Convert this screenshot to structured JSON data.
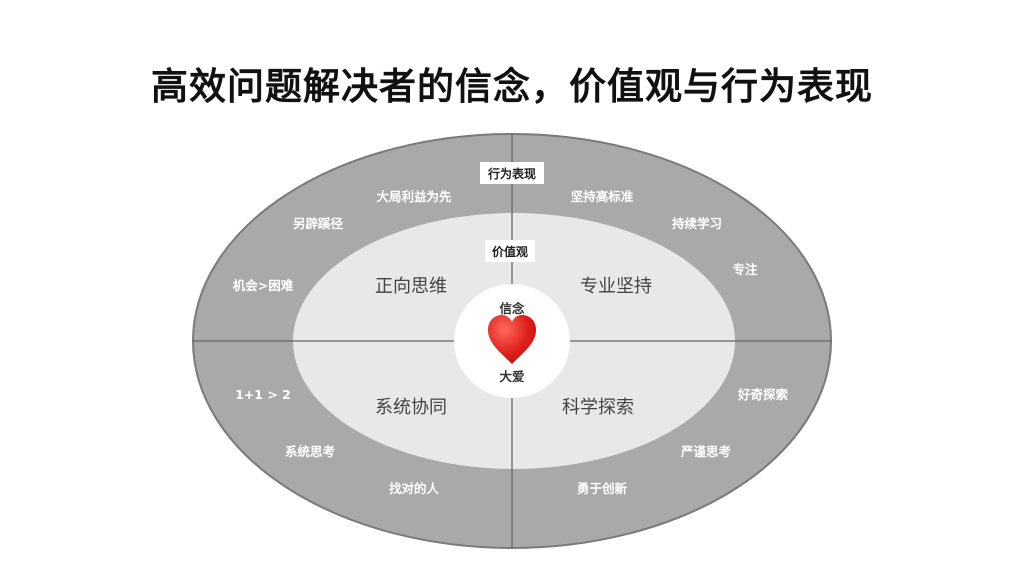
{
  "title": "高效问题解决者的信念，价值观与行为表现",
  "layers": {
    "behavior": "行为表现",
    "values": "价值观",
    "belief_top": "信念",
    "belief_bottom": "大爱"
  },
  "quadrants": {
    "top_left": "正向思维",
    "top_right": "专业坚持",
    "bottom_left": "系统协同",
    "bottom_right": "科学探索"
  },
  "behaviors": {
    "top_left": [
      "大局利益为先",
      "另辟蹊径",
      "机会>困难"
    ],
    "top_right": [
      "坚持高标准",
      "持续学习",
      "专注"
    ],
    "bottom_left": [
      "1+1 > 2",
      "系统思考",
      "找对的人"
    ],
    "bottom_right": [
      "好奇探索",
      "严谨思考",
      "勇于创新"
    ]
  },
  "colors": {
    "outer": "#a9a9a9",
    "outer_border": "#7a7a7a",
    "inner": "#e8e8e8",
    "center": "#ffffff",
    "heart": "#e0201c"
  },
  "icons": {
    "center": "heart-icon"
  }
}
